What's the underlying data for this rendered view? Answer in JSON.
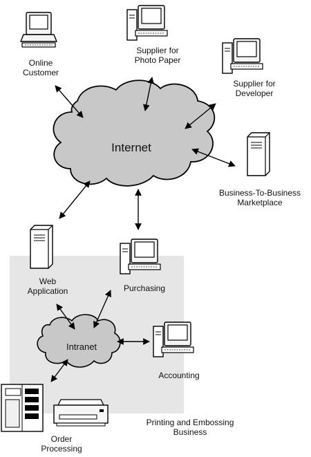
{
  "nodes": {
    "online_customer": {
      "label_line1": "Online",
      "label_line2": "Customer"
    },
    "photo_paper_supplier": {
      "label_line1": "Supplier for",
      "label_line2": "Photo Paper"
    },
    "developer_supplier": {
      "label_line1": "Supplier for",
      "label_line2": "Developer"
    },
    "internet": {
      "label": "Internet"
    },
    "b2b_marketplace": {
      "label_line1": "Business-To-Business",
      "label_line2": "Marketplace"
    },
    "web_application": {
      "label_line1": "Web",
      "label_line2": "Application"
    },
    "purchasing": {
      "label": "Purchasing"
    },
    "intranet": {
      "label": "Intranet"
    },
    "accounting": {
      "label": "Accounting"
    },
    "order_processing": {
      "label_line1": "Order",
      "label_line2": "Processing"
    }
  },
  "business_zone": {
    "label_line1": "Printing and Embossing",
    "label_line2": "Business"
  },
  "colors": {
    "cloud_fill": "#c8c8c8",
    "zone_fill": "#e6e6e6",
    "line": "#000000"
  }
}
